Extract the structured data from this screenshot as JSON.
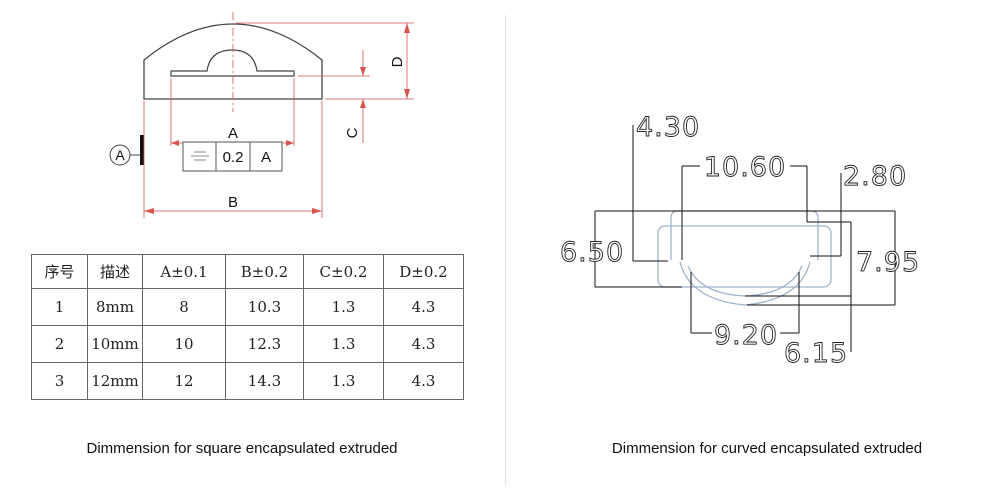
{
  "left_drawing": {
    "dim_a": "A",
    "dim_b": "B",
    "dim_c": "C",
    "dim_d": "D",
    "datum": "A",
    "tolerance_symbol": "⌯",
    "tolerance_value": "0.2",
    "tolerance_datum": "A",
    "caption": "Dimmension for square encapsulated extruded"
  },
  "table": {
    "headers": [
      "序号",
      "描述",
      "A±0.1",
      "B±0.2",
      "C±0.2",
      "D±0.2"
    ],
    "rows": [
      [
        "1",
        "8mm",
        "8",
        "10.3",
        "1.3",
        "4.3"
      ],
      [
        "2",
        "10mm",
        "10",
        "12.3",
        "1.3",
        "4.3"
      ],
      [
        "3",
        "12mm",
        "12",
        "14.3",
        "1.3",
        "4.3"
      ]
    ]
  },
  "right_drawing": {
    "dims": {
      "d430": "4.30",
      "d1060": "10.60",
      "d280": "2.80",
      "d650": "6.50",
      "d795": "7.95",
      "d920": "9.20",
      "d615": "6.15"
    },
    "caption": "Dimmension for curved encapsulated extruded"
  },
  "colors": {
    "dimension_red": "#d9534f",
    "profile_blue": "#9fb3cc"
  }
}
